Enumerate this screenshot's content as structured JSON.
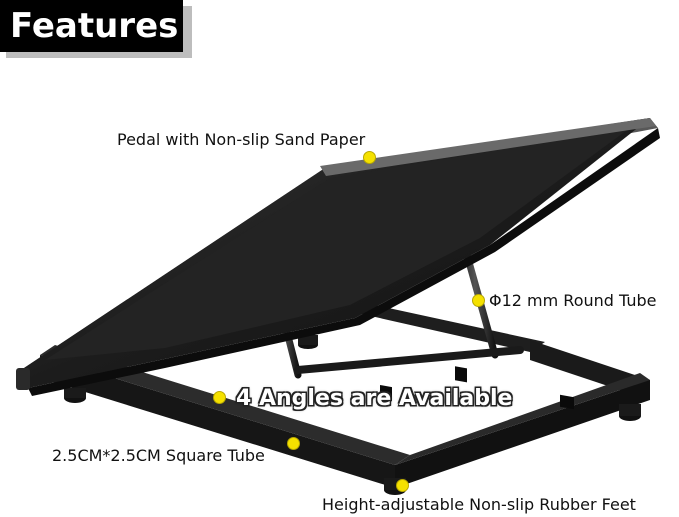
{
  "header": {
    "title": "Features"
  },
  "callouts": {
    "pedal": "Pedal with Non-slip Sand Paper",
    "round_tube": "Φ12 mm Round Tube",
    "angles": "4 Angles are Available",
    "square_tube": "2.5CM*2.5CM Square Tube",
    "feet": "Height-adjustable Non-slip Rubber Feet"
  },
  "colors": {
    "marker": "#f5e100",
    "product": "#1a1a1a",
    "badge": "#000000"
  }
}
